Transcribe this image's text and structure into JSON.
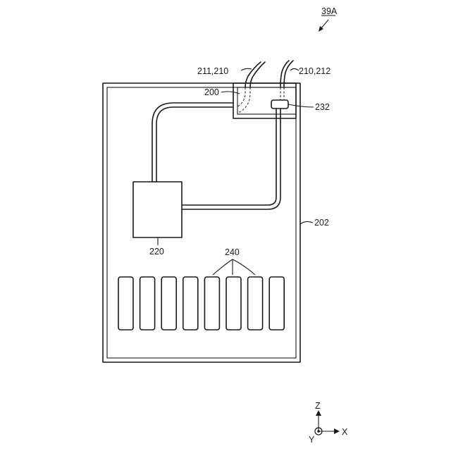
{
  "figure": {
    "id": "39A",
    "labels": {
      "l211_210": "211,210",
      "l210_212": "210,212",
      "l200": "200",
      "l232": "232",
      "l202": "202",
      "l220": "220",
      "l240": "240"
    },
    "axes": {
      "z": "Z",
      "x": "X",
      "y": "Y"
    },
    "slot_count": 8
  }
}
